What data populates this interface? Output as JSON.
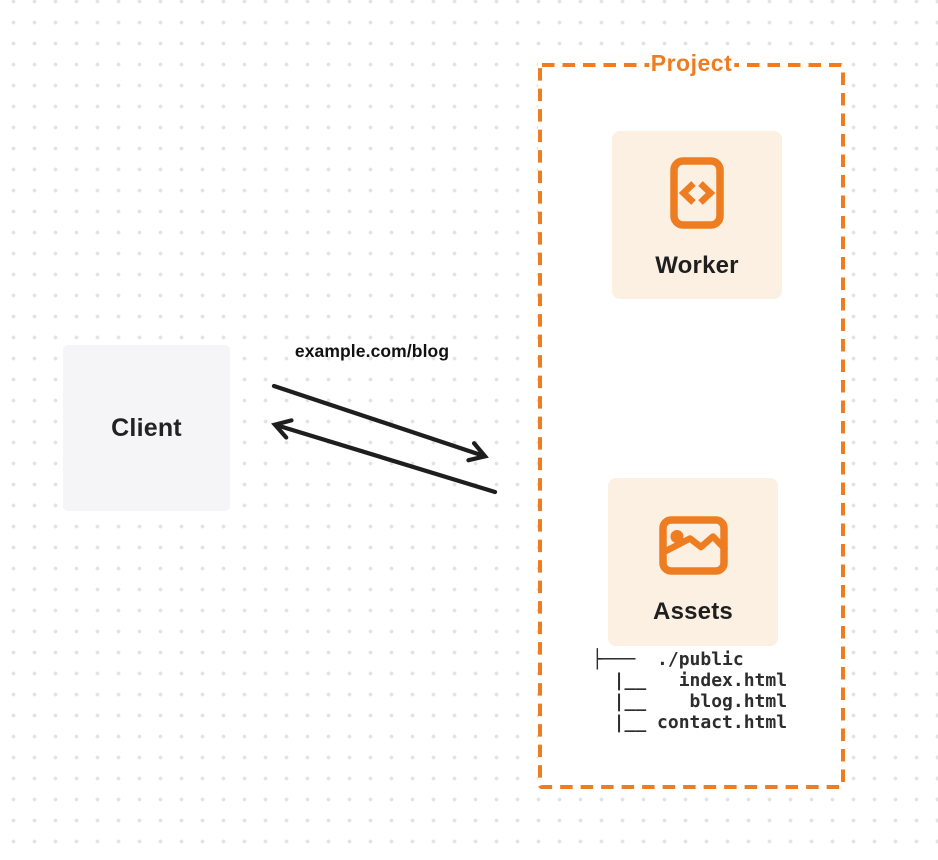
{
  "colors": {
    "orange": "#EE7D22",
    "panel_cream": "#FBF0E2",
    "client_gray": "#F5F5F7",
    "ink": "#1E1E1E"
  },
  "client": {
    "label": "Client"
  },
  "request": {
    "url_label": "example.com/blog"
  },
  "project": {
    "title": "Project",
    "worker": {
      "label": "Worker",
      "icon": "code-file-icon"
    },
    "assets": {
      "label": "Assets",
      "icon": "image-icon",
      "file_tree": "├───  ./public\n  |__   index.html\n  |__    blog.html\n  |__ contact.html"
    }
  }
}
